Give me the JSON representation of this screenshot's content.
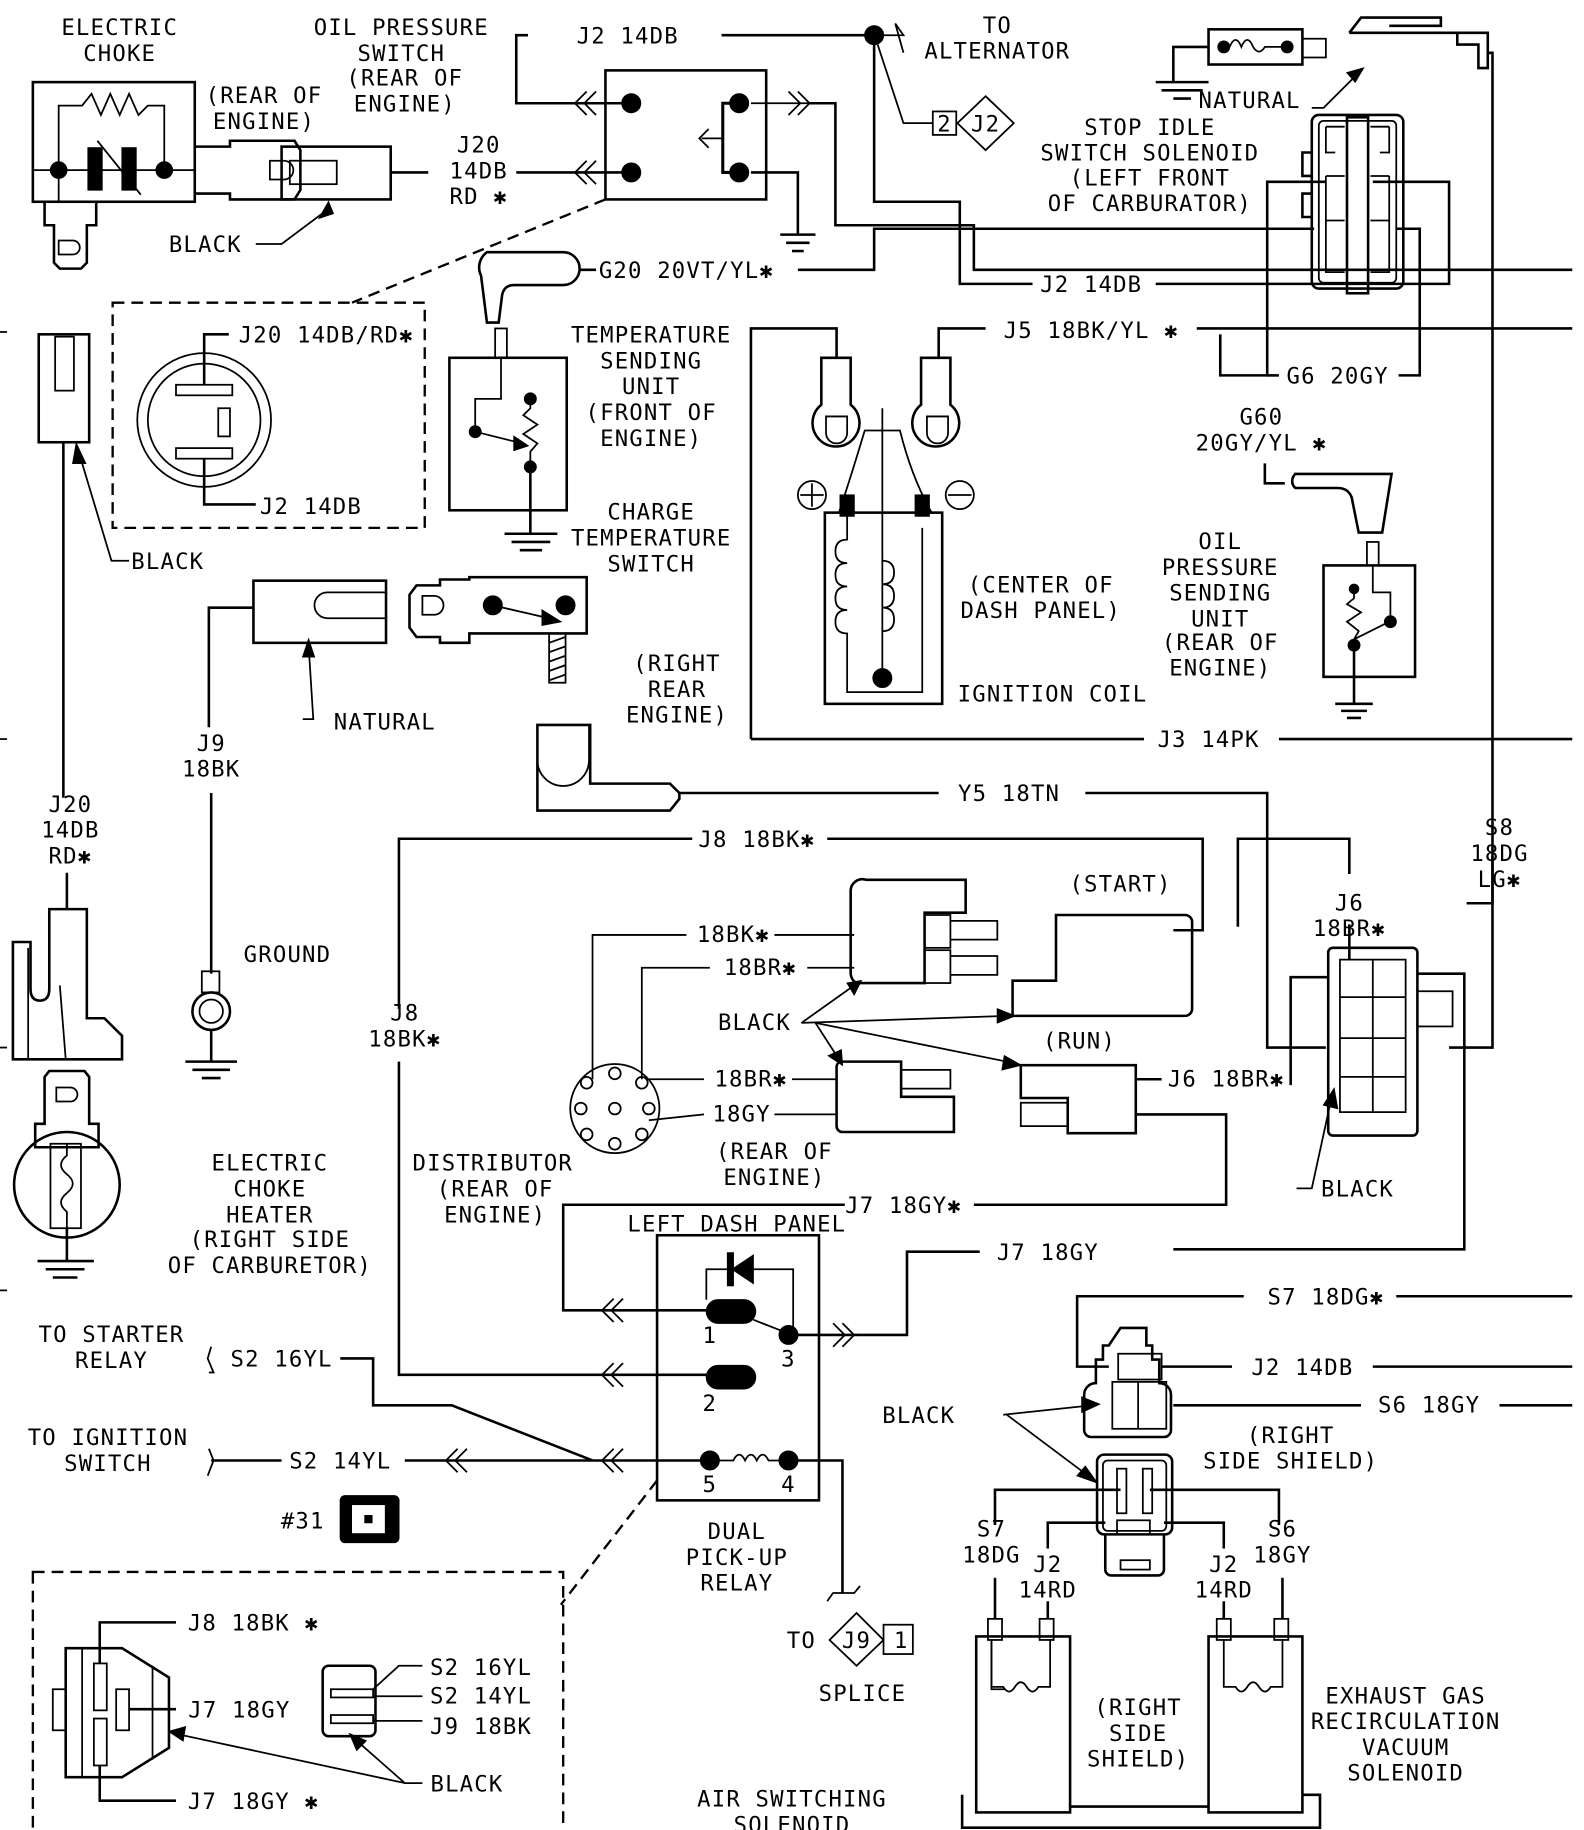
{
  "diagram": {
    "title": "Engine wiring diagram",
    "components": {
      "electric_choke": {
        "name": "ELECTRIC\nCHOKE",
        "location": "(REAR OF\nENGINE)"
      },
      "oil_pressure_switch": {
        "name": "OIL PRESSURE\nSWITCH",
        "location": "(REAR OF\nENGINE)",
        "connector_color": "BLACK"
      },
      "to_alternator": "TO\nALTERNATOR",
      "stop_idle_solenoid": {
        "name": "STOP IDLE\nSWITCH SOLENOID",
        "location": "(LEFT FRONT\nOF CARBURATOR)",
        "connector_color": "NATURAL"
      },
      "temperature_sending_unit": {
        "name": "TEMPERATURE\nSENDING\nUNIT",
        "location": "(FRONT OF\nENGINE)"
      },
      "charge_temperature_switch": {
        "name": "CHARGE\nTEMPERATURE\nSWITCH",
        "location": "(RIGHT\nREAR\nENGINE)"
      },
      "ignition_coil": {
        "name": "IGNITION COIL",
        "location": "(CENTER OF\nDASH PANEL)",
        "plus": "+",
        "minus": "−"
      },
      "oil_pressure_sending_unit": {
        "name": "OIL\nPRESSURE\nSENDING\nUNIT",
        "location": "(REAR OF\nENGINE)"
      },
      "ground": "GROUND",
      "electric_choke_heater": {
        "name": "ELECTRIC\nCHOKE\nHEATER",
        "location": "(RIGHT SIDE\nOF CARBURETOR)"
      },
      "distributor": {
        "name": "DISTRIBUTOR",
        "location": "(REAR OF\nENGINE)"
      },
      "start_label": "(START)",
      "run_label": "(RUN)",
      "rear_of_engine": "(REAR OF\nENGINE)",
      "dual_pickup_relay": {
        "name": "DUAL\nPICK-UP\nRELAY",
        "location": "LEFT DASH PANEL",
        "pins": [
          "1",
          "2",
          "3",
          "4",
          "5"
        ]
      },
      "to_starter_relay": "TO STARTER\nRELAY",
      "to_ignition_switch": "TO IGNITION\nSWITCH",
      "connector_ref": "#31",
      "splice": {
        "to": "TO",
        "id": "J9",
        "num": "1",
        "label": "SPLICE"
      },
      "alt_splice": {
        "num": "2",
        "id": "J2"
      },
      "right_side_shield": "(RIGHT\nSIDE SHIELD)",
      "right_side_shield_2": "(RIGHT\nSIDE\nSHIELD)",
      "egr_solenoid": "EXHAUST GAS\nRECIRCULATION\nVACUUM\nSOLENOID",
      "air_switching_solenoid": "AIR SWITCHING\nSOLENOID"
    },
    "connector_colors": {
      "black": "BLACK",
      "natural": "NATURAL"
    },
    "wires": {
      "j2_14db": "J2 14DB",
      "j20_14db_rd": "J20\n14DB\nRD ✱",
      "g20": "G20 20VT/YL✱",
      "j2_14db_b": "J2 14DB",
      "j5": "J5 18BK/YL ✱",
      "g6": "G6 20GY",
      "g60": "G60\n20GY/YL ✱",
      "j20_box": "J20 14DB/RD✱",
      "j2_box": "J2 14DB",
      "j9_18bk": "J9\n18BK",
      "j20_left": "J20\n14DB\nRD✱",
      "j3_14pk": "J3 14PK",
      "y5_18tn": "Y5 18TN",
      "j8_18bk": "J8 18BK✱",
      "s8": "S8\n18DG\nLG✱",
      "j6_18br": "J6\n18BR✱",
      "w18bk": "18BK✱",
      "w18br": "18BR✱",
      "w18br2": "18BR✱",
      "w18gy": "18GY",
      "j6_18br_run": "J6 18BR✱",
      "j8_vert": "J8\n18BK✱",
      "j7_18gy_star": "J7 18GY✱",
      "j7_18gy": "J7 18GY",
      "s7_18dg": "S7 18DG✱",
      "j2_14db_c": "J2 14DB",
      "s6_18gy": "S6 18GY",
      "s2_16yl": "S2 16YL",
      "s2_14yl": "S2 14YL",
      "s7_18dg_v": "S7\n18DG",
      "j2_14rd_a": "J2\n14RD",
      "j2_14rd_b": "J2\n14RD",
      "s6_18gy_v": "S6\n18GY"
    },
    "inset": {
      "j8": "J8 18BK ✱",
      "j7": "J7 18GY",
      "j7s": "J7 18GY ✱",
      "s2a": "S2 16YL",
      "s2b": "S2 14YL",
      "j9": "J9 18BK",
      "black": "BLACK"
    }
  }
}
